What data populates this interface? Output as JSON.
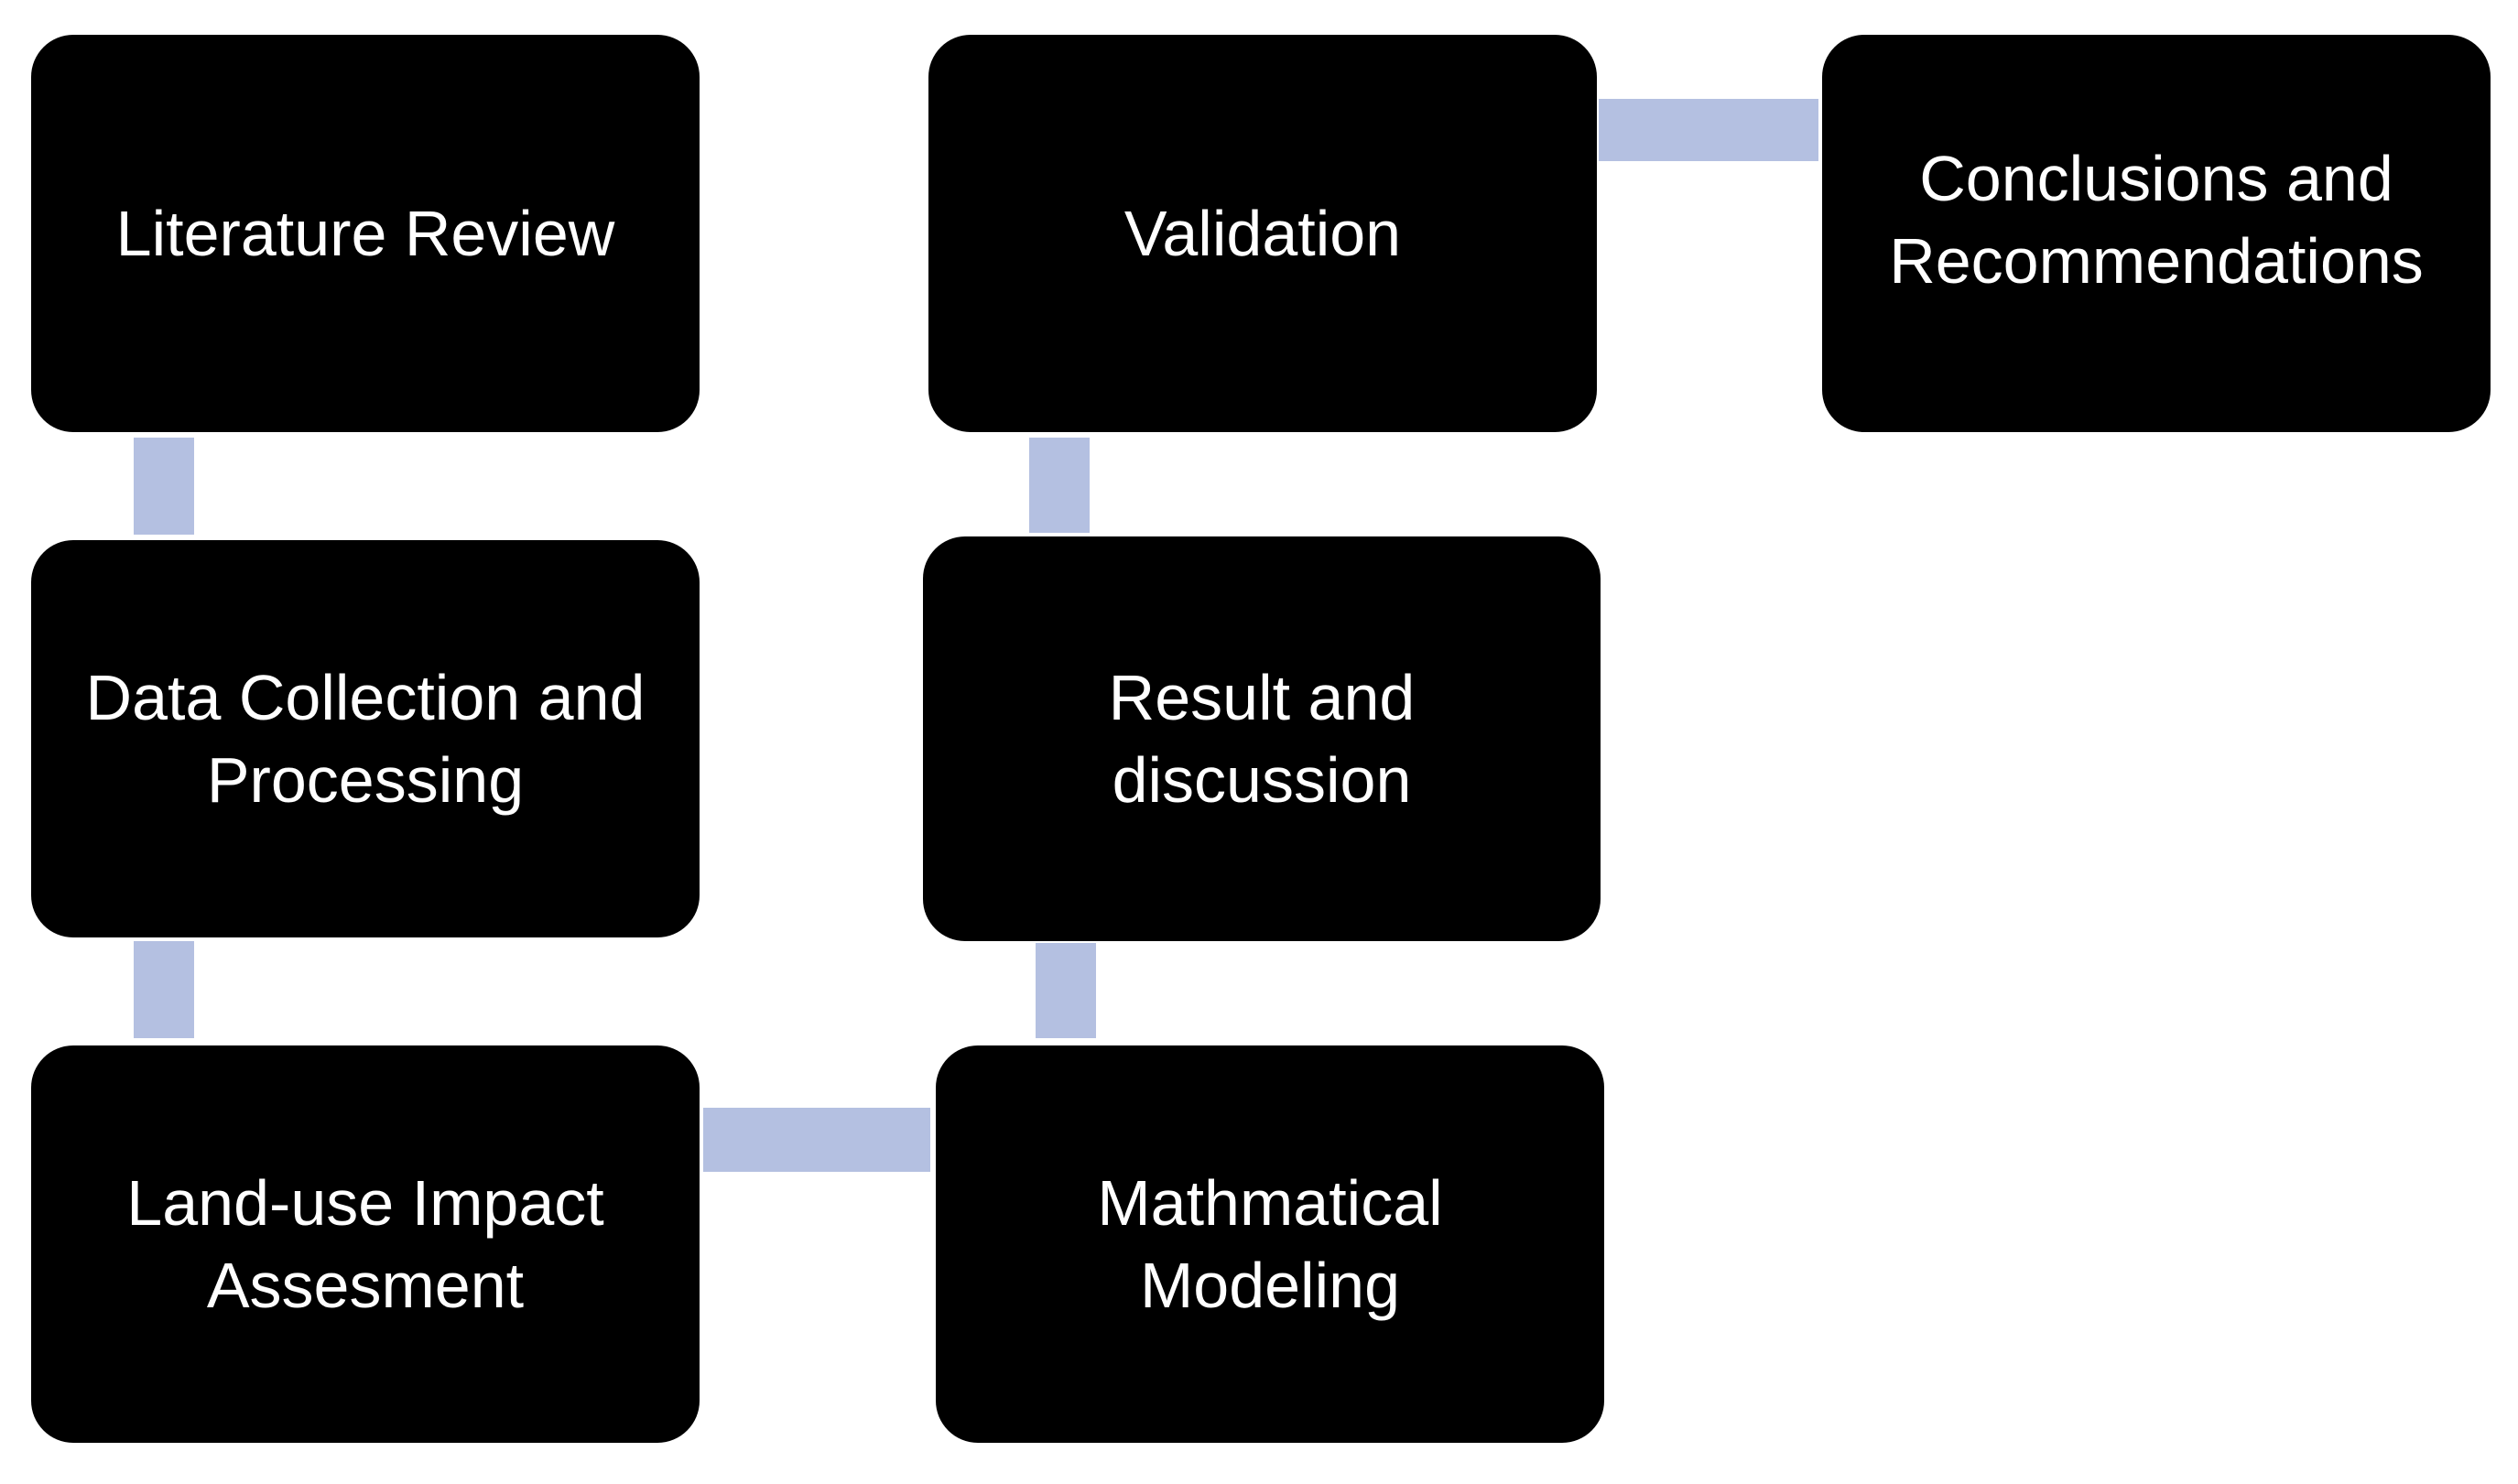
{
  "diagram": {
    "background_color": "#ffffff",
    "box_color": "#000000",
    "text_color": "#ffffff",
    "connector_color": "#b4c0e1",
    "steps": [
      {
        "id": "literature-review",
        "label": "Literature Review"
      },
      {
        "id": "data-collection",
        "label": "Data Collection and\nProcessing"
      },
      {
        "id": "land-use-impact",
        "label": "Land-use Impact\nAssesment"
      },
      {
        "id": "mathematical-modeling",
        "label": "Mathmatical\nModeling"
      },
      {
        "id": "result-discussion",
        "label": "Result and\ndiscussion"
      },
      {
        "id": "validation",
        "label": "Validation"
      },
      {
        "id": "conclusions",
        "label": "Conclusions and\nRecommendations"
      }
    ],
    "connections": [
      [
        "literature-review",
        "data-collection"
      ],
      [
        "data-collection",
        "land-use-impact"
      ],
      [
        "land-use-impact",
        "mathematical-modeling"
      ],
      [
        "mathematical-modeling",
        "result-discussion"
      ],
      [
        "result-discussion",
        "validation"
      ],
      [
        "validation",
        "conclusions"
      ]
    ]
  }
}
